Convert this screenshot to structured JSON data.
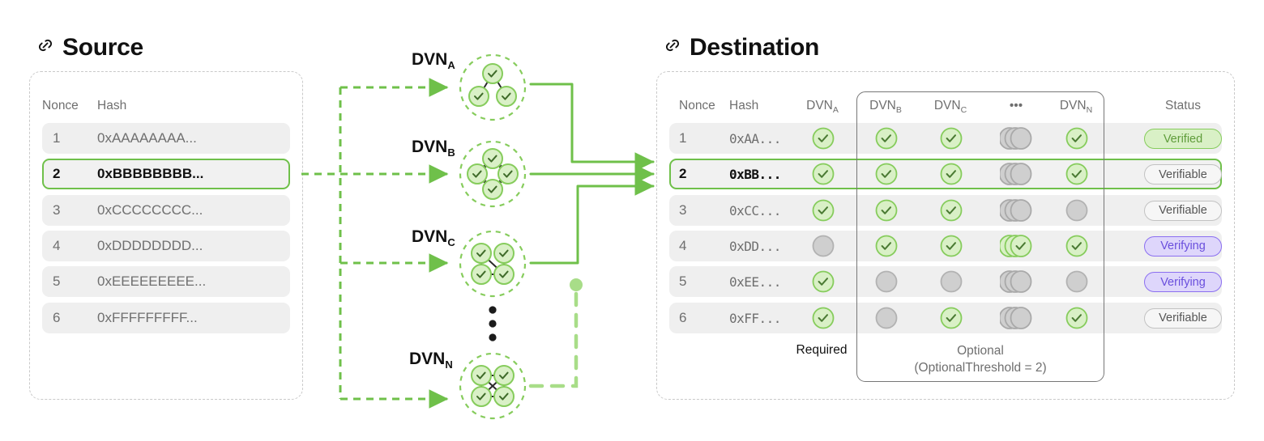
{
  "source": {
    "title": "Source",
    "icon": "link-icon",
    "columns": [
      "Nonce",
      "Hash"
    ],
    "rows": [
      {
        "nonce": "1",
        "hash": "0xAAAAAAAA...",
        "highlighted": false
      },
      {
        "nonce": "2",
        "hash": "0xBBBBBBBB...",
        "highlighted": true
      },
      {
        "nonce": "3",
        "hash": "0xCCCCCCCC...",
        "highlighted": false
      },
      {
        "nonce": "4",
        "hash": "0xDDDDDDDD...",
        "highlighted": false
      },
      {
        "nonce": "5",
        "hash": "0xEEEEEEEEE...",
        "highlighted": false
      },
      {
        "nonce": "6",
        "hash": "0xFFFFFFFFF...",
        "highlighted": false
      }
    ]
  },
  "dvns": [
    {
      "label": "DVN",
      "sub": "A",
      "topology": "tri"
    },
    {
      "label": "DVN",
      "sub": "B",
      "topology": "plus"
    },
    {
      "label": "DVN",
      "sub": "C",
      "topology": "quad-diag"
    },
    {
      "label": "DVN",
      "sub": "N",
      "topology": "quad-cross"
    }
  ],
  "ellipsis": "•••",
  "destination": {
    "title": "Destination",
    "icon": "link-icon",
    "columns": [
      "Nonce",
      "Hash",
      "DVN",
      "DVN",
      "DVN",
      "•••",
      "DVN",
      "Status"
    ],
    "column_subs": [
      "",
      "",
      "A",
      "B",
      "C",
      "",
      "N",
      ""
    ],
    "rows": [
      {
        "nonce": "1",
        "hash": "0xAA...",
        "dvn_a": "on",
        "dvn_b": "on",
        "dvn_c": "on",
        "dvn_dots": "off",
        "dvn_n": "on",
        "status": "Verified",
        "status_kind": "verified",
        "highlighted": false
      },
      {
        "nonce": "2",
        "hash": "0xBB...",
        "dvn_a": "on",
        "dvn_b": "on",
        "dvn_c": "on",
        "dvn_dots": "off",
        "dvn_n": "on",
        "status": "Verifiable",
        "status_kind": "verifiable",
        "highlighted": true
      },
      {
        "nonce": "3",
        "hash": "0xCC...",
        "dvn_a": "on",
        "dvn_b": "on",
        "dvn_c": "on",
        "dvn_dots": "off",
        "dvn_n": "off",
        "status": "Verifiable",
        "status_kind": "verifiable",
        "highlighted": false
      },
      {
        "nonce": "4",
        "hash": "0xDD...",
        "dvn_a": "off",
        "dvn_b": "on",
        "dvn_c": "on",
        "dvn_dots": "on",
        "dvn_n": "on",
        "status": "Verifying",
        "status_kind": "verifying",
        "highlighted": false
      },
      {
        "nonce": "5",
        "hash": "0xEE...",
        "dvn_a": "on",
        "dvn_b": "off",
        "dvn_c": "off",
        "dvn_dots": "off",
        "dvn_n": "off",
        "status": "Verifying",
        "status_kind": "verifying",
        "highlighted": false
      },
      {
        "nonce": "6",
        "hash": "0xFF...",
        "dvn_a": "on",
        "dvn_b": "off",
        "dvn_c": "on",
        "dvn_dots": "off",
        "dvn_n": "on",
        "status": "Verifiable",
        "status_kind": "verifiable",
        "highlighted": false
      }
    ],
    "footer": {
      "required": "Required",
      "optional": "Optional",
      "optional_threshold": "(OptionalThreshold = 2)"
    }
  },
  "colors": {
    "green": "#6fc04a",
    "green_light": "#a8dd88",
    "green_fill": "#d9f0c6",
    "gray_fill": "#cfcfcf",
    "purple": "#8b6ff0",
    "row_bg": "#efefef",
    "dashed_border": "#c9c9c9"
  }
}
